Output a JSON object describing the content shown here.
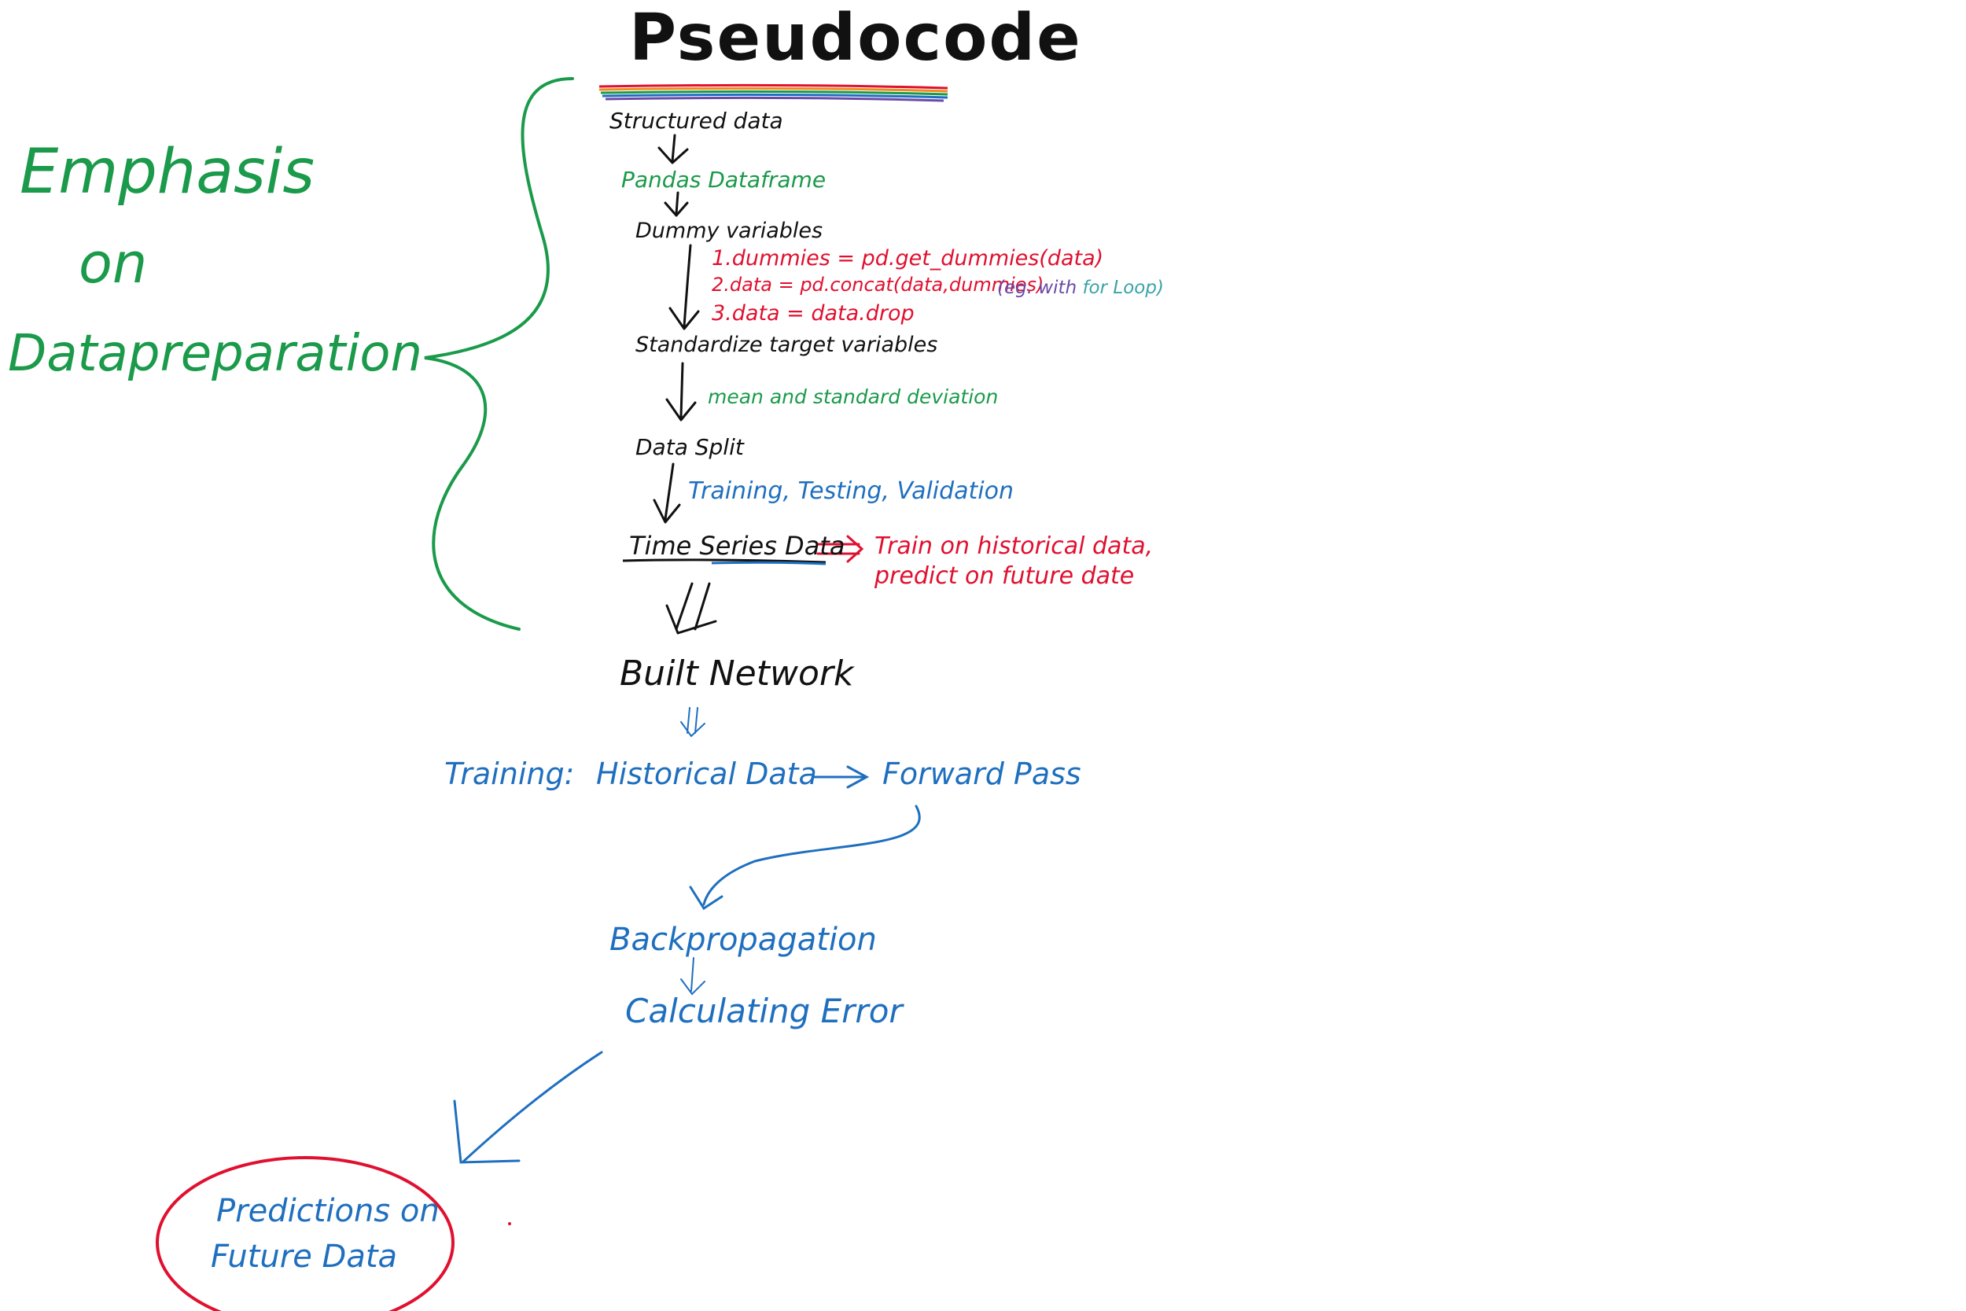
{
  "title": "Pseudocode",
  "emphasis": {
    "line1": "Emphasis",
    "line2": "on",
    "line3": "Datapreparation"
  },
  "steps": {
    "structured": "Structured data",
    "pandas": "Pandas Dataframe",
    "dummy": "Dummy variables",
    "dummy_code": [
      "1.dummies = pd.get_dummies(data)",
      "2.data = pd.concat(data,dummies)",
      "3.data = data.drop"
    ],
    "eg_prefix": "(eg. with ",
    "eg_suffix": "for Loop)",
    "standardize": "Standardize target variables",
    "mean_std": "mean and standard deviation",
    "split": "Data Split",
    "split_types": "Training, Testing, Validation",
    "time_series": "Time Series Data",
    "time_series_note_1": "Train on historical data,",
    "time_series_note_2": "predict on future date",
    "built_network": "Built Network",
    "training": "Training:",
    "historical": "Historical Data",
    "forward": "Forward Pass",
    "backprop": "Backpropagation",
    "error": "Calculating Error",
    "predictions_1": "Predictions on",
    "predictions_2": "Future Data"
  },
  "colors": {
    "black": "#111111",
    "green": "#1a9a4a",
    "red": "#e0102f",
    "blue": "#1f6fbf",
    "purple": "#6a4aa8",
    "teal": "#3aa3a8"
  }
}
